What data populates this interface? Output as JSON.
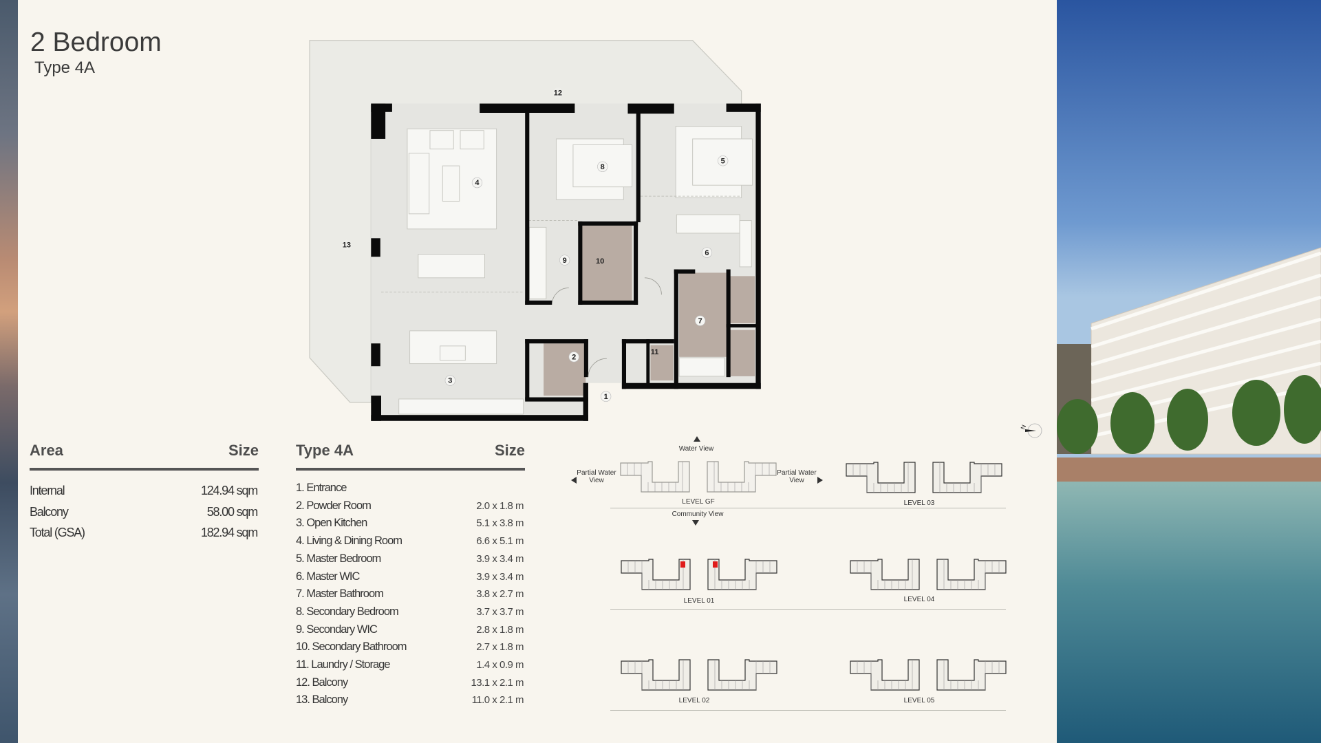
{
  "header": {
    "title": "2 Bedroom",
    "subtitle": "Type 4A"
  },
  "area_table": {
    "label_header": "Area",
    "size_header": "Size",
    "rows": [
      {
        "label": "Internal",
        "value": "124.94 sqm"
      },
      {
        "label": "Balcony",
        "value": "58.00 sqm"
      },
      {
        "label": "Total (GSA)",
        "value": "182.94 sqm"
      }
    ]
  },
  "type_table": {
    "label_header": "Type 4A",
    "size_header": "Size",
    "rooms": [
      {
        "name": "1.  Entrance",
        "size": ""
      },
      {
        "name": "2.  Powder Room",
        "size": "2.0 x 1.8 m"
      },
      {
        "name": "3.  Open Kitchen",
        "size": "5.1 x 3.8 m"
      },
      {
        "name": "4.  Living & Dining Room",
        "size": "6.6 x 5.1 m"
      },
      {
        "name": "5.  Master Bedroom",
        "size": "3.9 x 3.4 m"
      },
      {
        "name": "6.  Master WIC",
        "size": "3.9 x 3.4 m"
      },
      {
        "name": "7.  Master Bathroom",
        "size": "3.8 x 2.7 m"
      },
      {
        "name": "8.  Secondary Bedroom",
        "size": "3.7 x 3.7 m"
      },
      {
        "name": "9.  Secondary WIC",
        "size": "2.8 x 1.8 m"
      },
      {
        "name": "10. Secondary Bathroom",
        "size": "2.7 x 1.8 m"
      },
      {
        "name": "11. Laundry / Storage",
        "size": "1.4 x 0.9 m"
      },
      {
        "name": "12. Balcony",
        "size": "13.1 x 2.1 m"
      },
      {
        "name": "13. Balcony",
        "size": "11.0 x 2.1 m"
      }
    ]
  },
  "floor_plan": {
    "tags": [
      "1",
      "2",
      "3",
      "4",
      "5",
      "6",
      "7",
      "8",
      "9",
      "10",
      "11",
      "12",
      "13"
    ],
    "wall_color": "#0a0a0a",
    "floor_color": "#e5e5e1",
    "wet_area_color": "#b9aca3",
    "balcony_color": "#ebebe6"
  },
  "key_plan": {
    "water_view": "Water View",
    "partial_water_view_left": "Partial Water View",
    "partial_water_view_right": "Partial Water View",
    "community_view": "Community View",
    "levels": [
      "LEVEL GF",
      "LEVEL 03",
      "LEVEL 01",
      "LEVEL 04",
      "LEVEL 02",
      "LEVEL 05"
    ],
    "highlight_level": "LEVEL 01",
    "highlight_color": "#e01b1b"
  },
  "compass": {
    "label": "N"
  }
}
